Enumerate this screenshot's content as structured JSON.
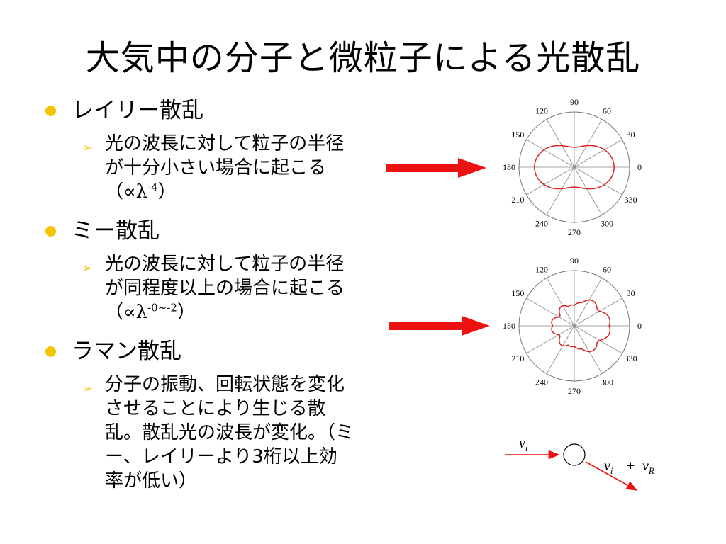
{
  "title": "大気中の分子と微粒子による光散乱",
  "sections": [
    {
      "heading": "レイリー散乱",
      "text": "光の波長に対して粒子の半径が十分小さい場合に起こる（",
      "prop": "∝λ",
      "exp": "-4",
      "close": "）"
    },
    {
      "heading": "ミー散乱",
      "text": "光の波長に対して粒子の半径が同程度以上の場合に起こる（",
      "prop": "∝λ",
      "exp": "-0~-2",
      "close": "）"
    },
    {
      "heading": "ラマン散乱",
      "text": "分子の振動、回転状態を変化させることにより生じる散乱。散乱光の波長が変化。（ミー、レイリーより3桁以上効率が低い）"
    }
  ],
  "polar_angles": [
    "0",
    "30",
    "60",
    "90",
    "120",
    "150",
    "180",
    "210",
    "240",
    "270",
    "300",
    "330"
  ],
  "diagram": {
    "incident": "v",
    "incident_sub": "i",
    "scattered": "v",
    "scattered_sub": "i",
    "pm": "±",
    "shift": "ν",
    "shift_sub": "R"
  },
  "colors": {
    "bullet": "#f6c400",
    "arrow": "#ee1111",
    "curve": "#e02020",
    "grid": "#888888"
  }
}
